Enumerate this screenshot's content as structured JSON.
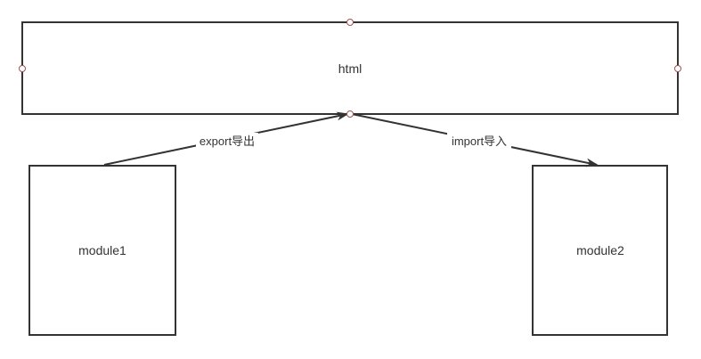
{
  "diagram": {
    "nodes": {
      "html": {
        "label": "html"
      },
      "module1": {
        "label": "module1"
      },
      "module2": {
        "label": "module2"
      }
    },
    "edges": {
      "export": {
        "label": "export导出"
      },
      "import": {
        "label": "import导入"
      }
    }
  },
  "colors": {
    "stroke": "#333333",
    "handle": "#a05050",
    "background": "#ffffff"
  }
}
